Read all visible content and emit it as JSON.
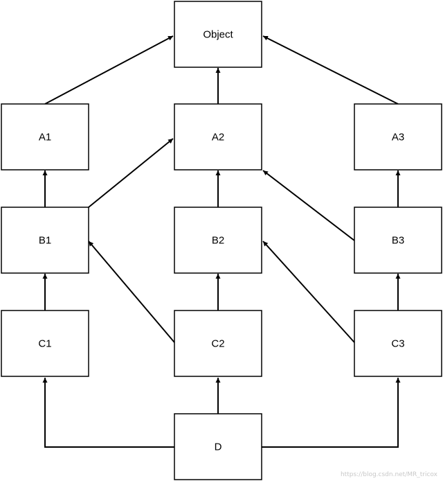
{
  "nodes": [
    {
      "id": "object",
      "label": "Object"
    },
    {
      "id": "a1",
      "label": "A1"
    },
    {
      "id": "a2",
      "label": "A2"
    },
    {
      "id": "a3",
      "label": "A3"
    },
    {
      "id": "b1",
      "label": "B1"
    },
    {
      "id": "b2",
      "label": "B2"
    },
    {
      "id": "b3",
      "label": "B3"
    },
    {
      "id": "c1",
      "label": "C1"
    },
    {
      "id": "c2",
      "label": "C2"
    },
    {
      "id": "c3",
      "label": "C3"
    },
    {
      "id": "d",
      "label": "D"
    }
  ],
  "edges": [
    {
      "from": "a1",
      "to": "object"
    },
    {
      "from": "a2",
      "to": "object"
    },
    {
      "from": "a3",
      "to": "object"
    },
    {
      "from": "b1",
      "to": "a1"
    },
    {
      "from": "b1",
      "to": "a2"
    },
    {
      "from": "b2",
      "to": "a2"
    },
    {
      "from": "b3",
      "to": "a2"
    },
    {
      "from": "b3",
      "to": "a3"
    },
    {
      "from": "c1",
      "to": "b1"
    },
    {
      "from": "c2",
      "to": "b1"
    },
    {
      "from": "c2",
      "to": "b2"
    },
    {
      "from": "c3",
      "to": "b2"
    },
    {
      "from": "c3",
      "to": "b3"
    },
    {
      "from": "d",
      "to": "c1"
    },
    {
      "from": "d",
      "to": "c2"
    },
    {
      "from": "d",
      "to": "c3"
    }
  ],
  "watermark": "https://blog.csdn.net/MR_tricox"
}
